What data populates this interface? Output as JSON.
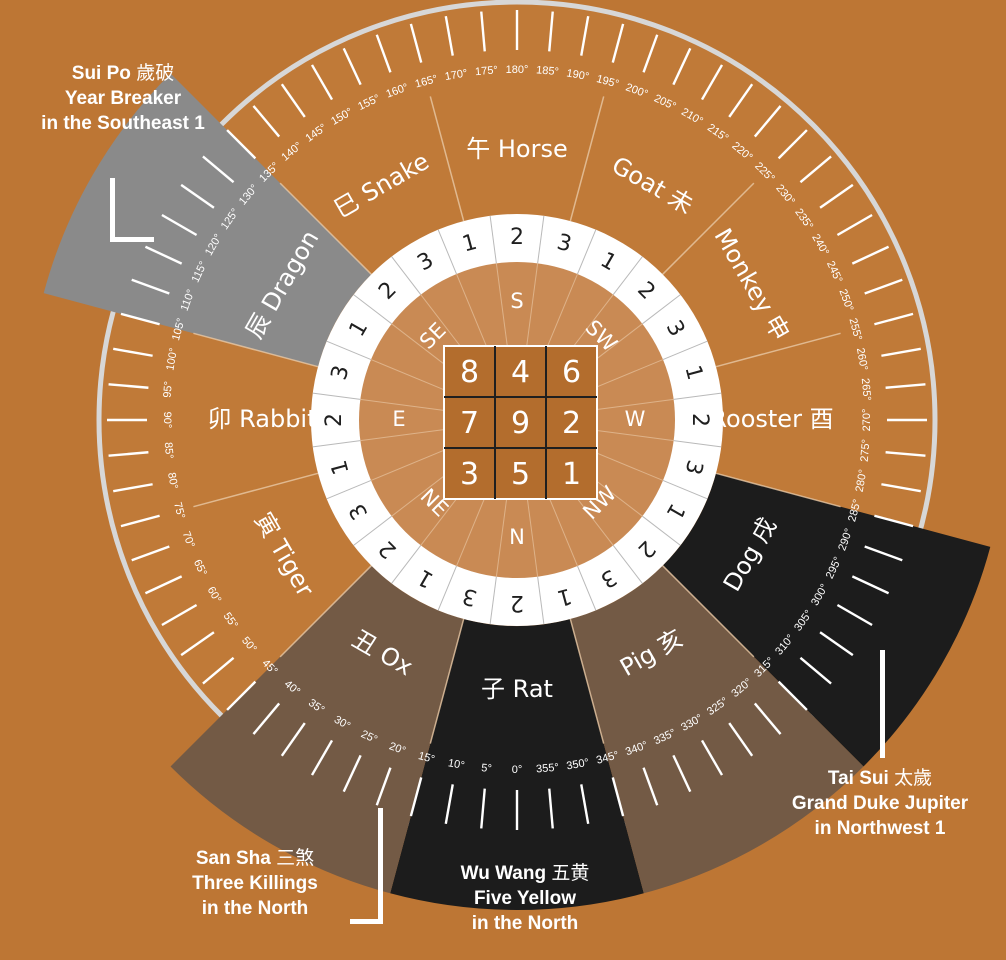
{
  "compass": {
    "palette": {
      "background": "#bd7634",
      "outer_ring": "#c07a38",
      "inner_disc": "#c98a54",
      "number_ring": "#ffffff",
      "sui_po": "#8a8a8a",
      "tai_sui": "#1c1c1c",
      "wu_wang": "#1c1c1c",
      "san_sha": "#735a45",
      "text_light": "#ffffff",
      "text_dark": "#1f1f1f"
    },
    "degree_labels": [
      "0°",
      "5°",
      "10°",
      "15°",
      "20°",
      "25°",
      "30°",
      "35°",
      "40°",
      "45°",
      "50°",
      "55°",
      "60°",
      "65°",
      "70°",
      "75°",
      "80°",
      "85°",
      "90°",
      "95°",
      "100°",
      "105°",
      "110°",
      "115°",
      "120°",
      "125°",
      "130°",
      "135°",
      "140°",
      "145°",
      "150°",
      "155°",
      "160°",
      "165°",
      "170°",
      "175°",
      "180°",
      "185°",
      "190°",
      "195°",
      "200°",
      "205°",
      "210°",
      "215°",
      "220°",
      "225°",
      "230°",
      "235°",
      "240°",
      "245°",
      "250°",
      "255°",
      "260°",
      "265°",
      "270°",
      "275°",
      "280°",
      "285°",
      "290°",
      "295°",
      "300°",
      "305°",
      "310°",
      "315°",
      "320°",
      "325°",
      "330°",
      "335°",
      "340°",
      "345°",
      "350°",
      "355°"
    ],
    "animals": [
      {
        "name": "Rat",
        "char": "子",
        "angle": 0,
        "sector": "wu-wang"
      },
      {
        "name": "Ox",
        "char": "丑",
        "angle": 30,
        "sector": "san-sha"
      },
      {
        "name": "Tiger",
        "char": "寅",
        "angle": 60
      },
      {
        "name": "Rabbit",
        "char": "卯",
        "angle": 90
      },
      {
        "name": "Dragon",
        "char": "辰",
        "angle": 120,
        "sector": "sui-po"
      },
      {
        "name": "Snake",
        "char": "巳",
        "angle": 150
      },
      {
        "name": "Horse",
        "char": "午",
        "angle": 180
      },
      {
        "name": "Goat",
        "char": "未",
        "angle": 210
      },
      {
        "name": "Monkey",
        "char": "申",
        "angle": 240
      },
      {
        "name": "Rooster",
        "char": "酉",
        "angle": 270
      },
      {
        "name": "Dog",
        "char": "戌",
        "angle": 300,
        "sector": "tai-sui"
      },
      {
        "name": "Pig",
        "char": "亥",
        "angle": 330,
        "sector": "san-sha"
      }
    ],
    "mountain_numbers": [
      "2",
      "3",
      "1",
      "2",
      "3",
      "1",
      "2",
      "3",
      "1",
      "2",
      "3",
      "1",
      "2",
      "3",
      "1",
      "2",
      "3",
      "1",
      "2",
      "3",
      "1",
      "2",
      "3",
      "1"
    ],
    "directions": [
      {
        "label": "N",
        "angle": 0
      },
      {
        "label": "NE",
        "angle": 45
      },
      {
        "label": "E",
        "angle": 90
      },
      {
        "label": "SE",
        "angle": 135
      },
      {
        "label": "S",
        "angle": 180
      },
      {
        "label": "SW",
        "angle": 225
      },
      {
        "label": "W",
        "angle": 270
      },
      {
        "label": "NW",
        "angle": 315
      }
    ],
    "lo_shu": [
      "8",
      "4",
      "6",
      "7",
      "9",
      "2",
      "3",
      "5",
      "1"
    ]
  },
  "callouts": {
    "sui_po": {
      "title": "Sui Po",
      "chinese": "歲破",
      "line2": "Year Breaker",
      "line3": "in the Southeast 1"
    },
    "tai_sui": {
      "title": "Tai Sui",
      "chinese": "太歲",
      "line2": "Grand Duke Jupiter",
      "line3": "in Northwest 1"
    },
    "san_sha": {
      "title": "San Sha",
      "chinese": "三煞",
      "line2": "Three Killings",
      "line3": "in the North"
    },
    "wu_wang": {
      "title": "Wu Wang",
      "chinese": "五黄",
      "line2": "Five Yellow",
      "line3": "in the North"
    }
  }
}
